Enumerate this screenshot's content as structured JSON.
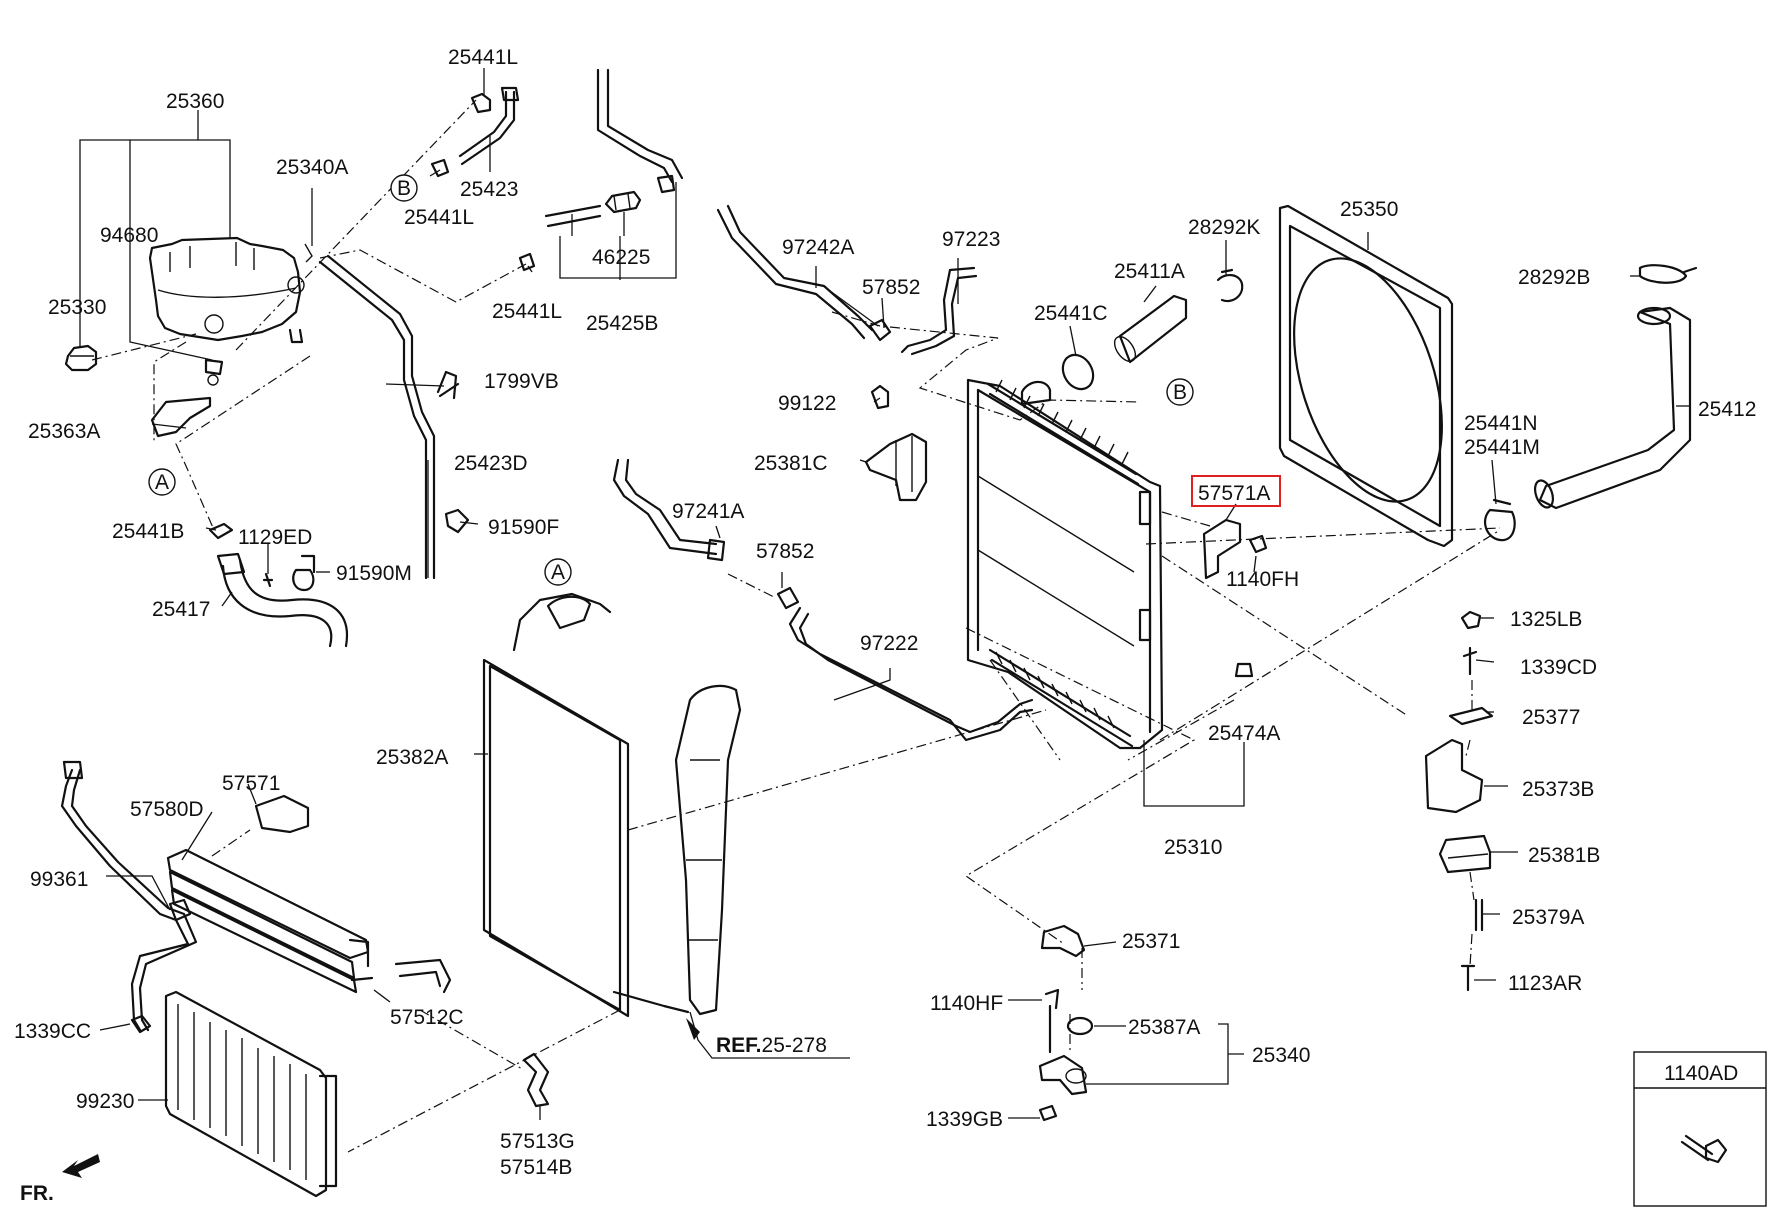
{
  "labels": {
    "p25441L_top": "25441L",
    "p25360": "25360",
    "p25340A": "25340A",
    "p25423": "25423",
    "p25441L_mid": "25441L",
    "p94680": "94680",
    "p25330": "25330",
    "p46225": "46225",
    "p25441L_low": "25441L",
    "p25425B": "25425B",
    "p97242A": "97242A",
    "p97223": "97223",
    "p57852_top": "57852",
    "p28292K": "28292K",
    "p25411A": "25411A",
    "p25441C": "25441C",
    "p25350": "25350",
    "p28292B": "28292B",
    "p25412": "25412",
    "p1799VB": "1799VB",
    "p25363A": "25363A",
    "p99122": "99122",
    "p25381C": "25381C",
    "p25423D": "25423D",
    "p25441N": "25441N",
    "p25441M": "25441M",
    "p57571A": "57571A",
    "p97241A": "97241A",
    "p25441B": "25441B",
    "p1129ED": "1129ED",
    "p91590F": "91590F",
    "p91590M": "91590M",
    "p57852_mid": "57852",
    "p1140FH": "1140FH",
    "p25417": "25417",
    "p1325LB": "1325LB",
    "p97222": "97222",
    "p1339CD": "1339CD",
    "p25377": "25377",
    "p25474A": "25474A",
    "p25382A": "25382A",
    "p57571": "57571",
    "p57580D": "57580D",
    "p25373B": "25373B",
    "p25310": "25310",
    "p25381B": "25381B",
    "p99361": "99361",
    "p25379A": "25379A",
    "p25371": "25371",
    "p57512C": "57512C",
    "p1123AR": "1123AR",
    "p1140HF": "1140HF",
    "p25387A": "25387A",
    "p1339CC": "1339CC",
    "p25340": "25340",
    "p99230": "99230",
    "p1339GB": "1339GB",
    "p57513G": "57513G",
    "p57514B": "57514B",
    "p1140AD": "1140AD"
  },
  "reference": {
    "prefix": "REF.",
    "number": "25-278"
  },
  "callouts": {
    "a": "A",
    "b": "B"
  },
  "front_indicator": "FR.",
  "highlight": {
    "part": "57571A",
    "color": "#e02020"
  }
}
